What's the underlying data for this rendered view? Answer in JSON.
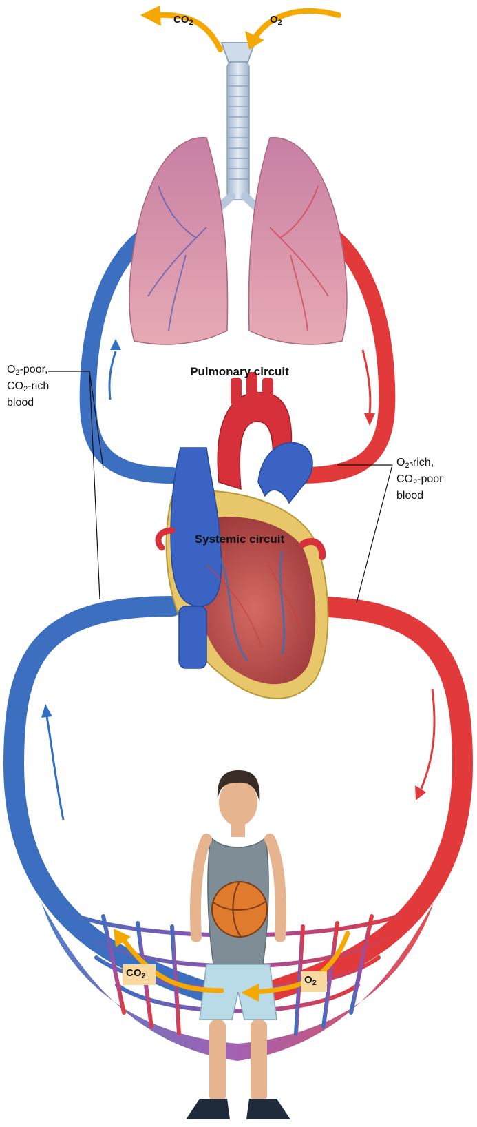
{
  "diagram": {
    "labels": {
      "pulmonary": "Pulmonary circuit",
      "systemic": "Systemic circuit"
    },
    "left_annotation": {
      "line1_pre": "O",
      "line1_sub": "2",
      "line1_post": "-poor,",
      "line2_pre": "CO",
      "line2_sub": "2",
      "line2_post": "-rich",
      "line3": "blood"
    },
    "right_annotation": {
      "line1_pre": "O",
      "line1_sub": "2",
      "line1_post": "-rich,",
      "line2_pre": "CO",
      "line2_sub": "2",
      "line2_post": "-poor",
      "line3": "blood"
    },
    "gas": {
      "co2_main": "CO",
      "o2_main": "O",
      "sub": "2"
    },
    "colors": {
      "oxygen_poor": "#3d6fc0",
      "oxygen_rich": "#e23a3a",
      "capillary": "#9a4fa8",
      "gas_arrow": "#f5a800",
      "gas_box": "#f7d9a0",
      "lung": "#d996a6",
      "heart": "#c94f52"
    }
  }
}
